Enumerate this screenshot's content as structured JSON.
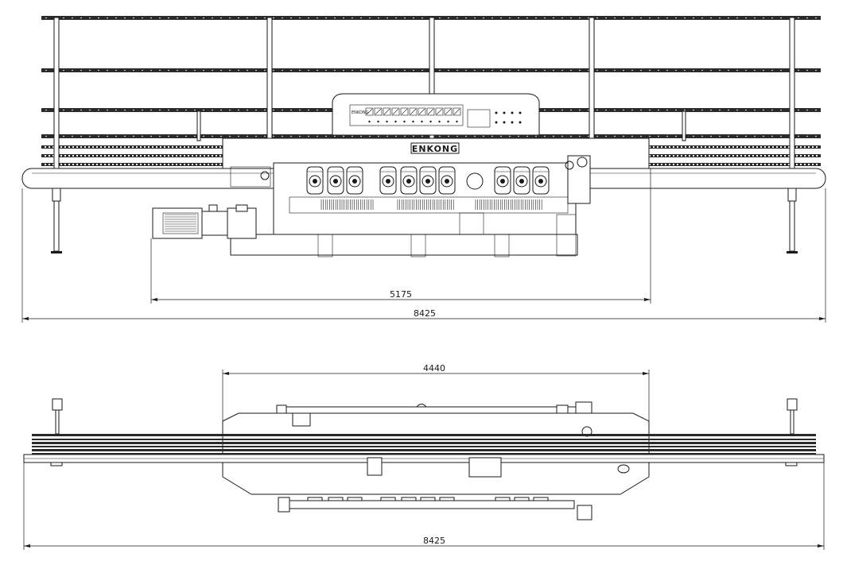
{
  "front_view": {
    "logo_text": "ENKONG",
    "panel_label": "ENKONG",
    "dim_machine": "5175",
    "dim_total": "8425"
  },
  "top_view": {
    "dim_machine": "4440",
    "dim_total": "8425"
  }
}
